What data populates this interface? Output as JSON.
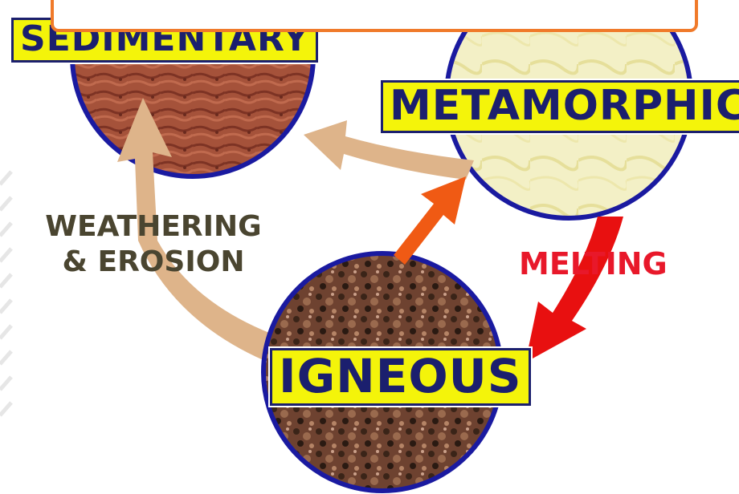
{
  "title_box": {
    "text": ""
  },
  "rocks": {
    "sedimentary": {
      "label": "SEDIMENTARY",
      "fill": "#a5523a"
    },
    "metamorphic": {
      "label": "METAMORPHIC",
      "fill": "#f2efc2"
    },
    "igneous": {
      "label": "IGNEOUS",
      "fill": "#6e4230"
    }
  },
  "processes": {
    "weathering": {
      "line1": "WEATHERING",
      "line2": "& EROSION"
    },
    "melting": {
      "label": "MELTING"
    }
  },
  "colors": {
    "circle_border": "#1a1aa0",
    "label_fill": "#f4f40a",
    "label_text": "#1b1f6e",
    "tan_arrow": "#deb48a",
    "orange_arrow": "#f05a14",
    "red_arrow": "#e81010",
    "melting_text": "#e8182a",
    "title_border": "#f07a2a"
  }
}
